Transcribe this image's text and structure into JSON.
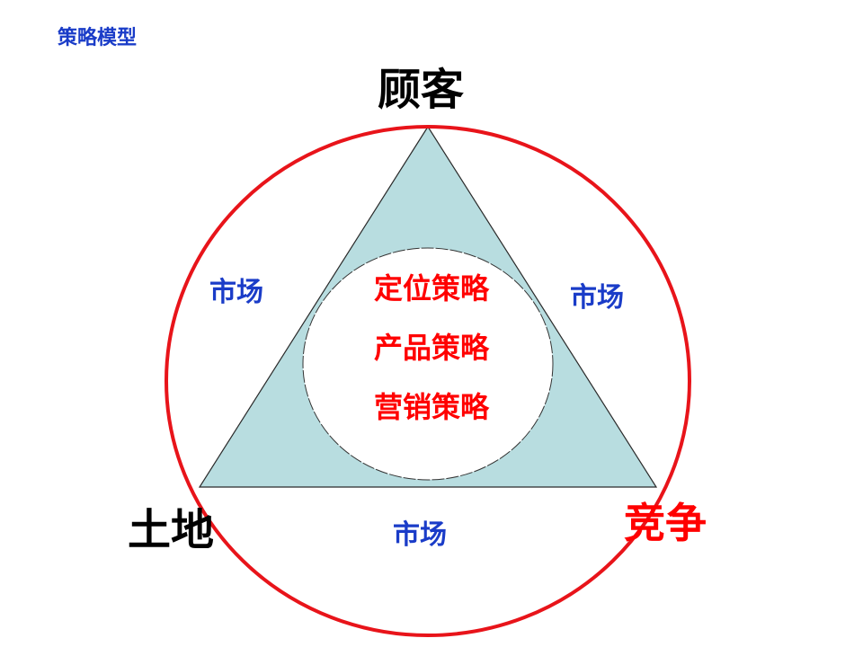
{
  "slide": {
    "title": "策略模型"
  },
  "diagram": {
    "vertices": {
      "top": "顾客",
      "bottom_left": "土地",
      "bottom_right": "竞争"
    },
    "market_labels": [
      "市场",
      "市场",
      "市场"
    ],
    "core_strategies": [
      "定位策略",
      "产品策略",
      "营销策略"
    ],
    "colors": {
      "title": "#1a3cc8",
      "market_text": "#1a3cc8",
      "strategy_text": "#ff0000",
      "outer_circle": "#e8141a",
      "triangle_fill": "#b8dde0",
      "triangle_stroke": "#2a2a2a",
      "inner_circle_fill": "#ffffff",
      "vertex_top_color": "#000000",
      "vertex_left_color": "#000000",
      "vertex_right_color": "#ff0000"
    }
  }
}
